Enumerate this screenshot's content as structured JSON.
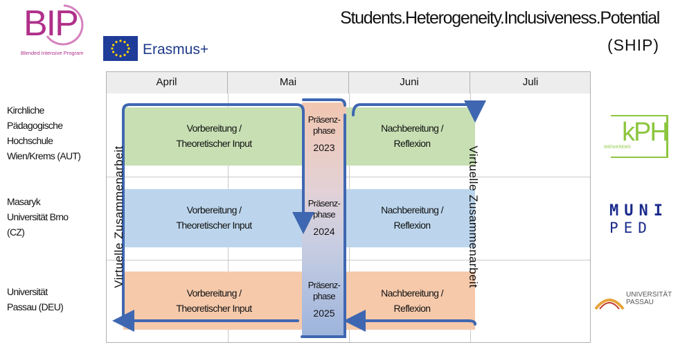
{
  "header": {
    "bip_logo": "BIP",
    "bip_subtitle": "Blended Intensive Program",
    "erasmus": "Erasmus+",
    "title_line1": "Students.Heterogeneity.Inclusiveness.Potential",
    "title_line2": "(SHIP)"
  },
  "months": [
    "April",
    "Mai",
    "Juni",
    "Juli"
  ],
  "institutions": [
    {
      "lines": [
        "Kirchliche",
        "Pädagogische",
        "Hochschule",
        "Wien/Krems (AUT)"
      ]
    },
    {
      "lines": [
        "Masaryk",
        "Universität Brno",
        "(CZ)"
      ]
    },
    {
      "lines": [
        "Universität",
        "Passau (DEU)"
      ]
    }
  ],
  "rows": [
    {
      "prep": [
        "Vorbereitung /",
        "Theoretischer Input"
      ],
      "presence": [
        "Präsenz-",
        "phase"
      ],
      "year": "2023",
      "post": [
        "Nachbereitung /",
        "Reflexion"
      ]
    },
    {
      "prep": [
        "Vorbereitung /",
        "Theoretischer Input"
      ],
      "presence": [
        "Präsenz-",
        "phase"
      ],
      "year": "2024",
      "post": [
        "Nachbereitung /",
        "Reflexion"
      ]
    },
    {
      "prep": [
        "Vorbereitung /",
        "Theoretischer Input"
      ],
      "presence": [
        "Präsenz-",
        "phase"
      ],
      "year": "2025",
      "post": [
        "Nachbereitung /",
        "Reflexion"
      ]
    }
  ],
  "virtual_left": "Virtuelle Zusammenarbeit",
  "virtual_right": "Virtuelle Zusammenarbeit",
  "logos": {
    "kph_main": "kPH",
    "kph_sub": "WIEN/KREMS",
    "muni_line1": "MUNI",
    "muni_line2": "PED",
    "passau_line1": "UNIVERSITÄT",
    "passau_line2": "PASSAU"
  },
  "colors": {
    "green": "#c7dfb3",
    "blue": "#bcd5ec",
    "orange": "#f6c9ab",
    "arrow": "#3f67b1",
    "bip": "#b0308a",
    "eu_blue": "#1f3c99",
    "kph_green": "#8cc63f",
    "muni_blue": "#1a2a8c"
  }
}
